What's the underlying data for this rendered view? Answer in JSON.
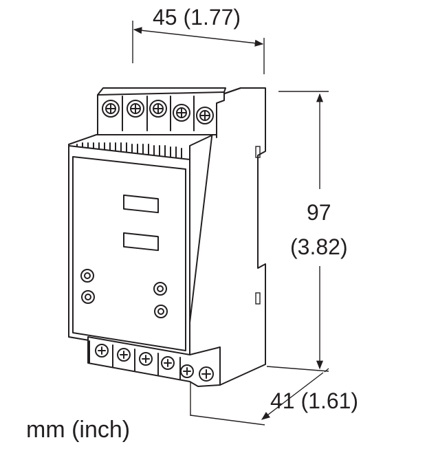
{
  "dimensions": {
    "width_label": "45 (1.77)",
    "height_mm": "97",
    "height_inch": "(3.82)",
    "depth_label": "41 (1.61)"
  },
  "units_label": "mm (inch)",
  "colors": {
    "line": "#231f20",
    "background": "#ffffff"
  },
  "terminals": {
    "top_count": 5,
    "bottom_count": 6
  }
}
